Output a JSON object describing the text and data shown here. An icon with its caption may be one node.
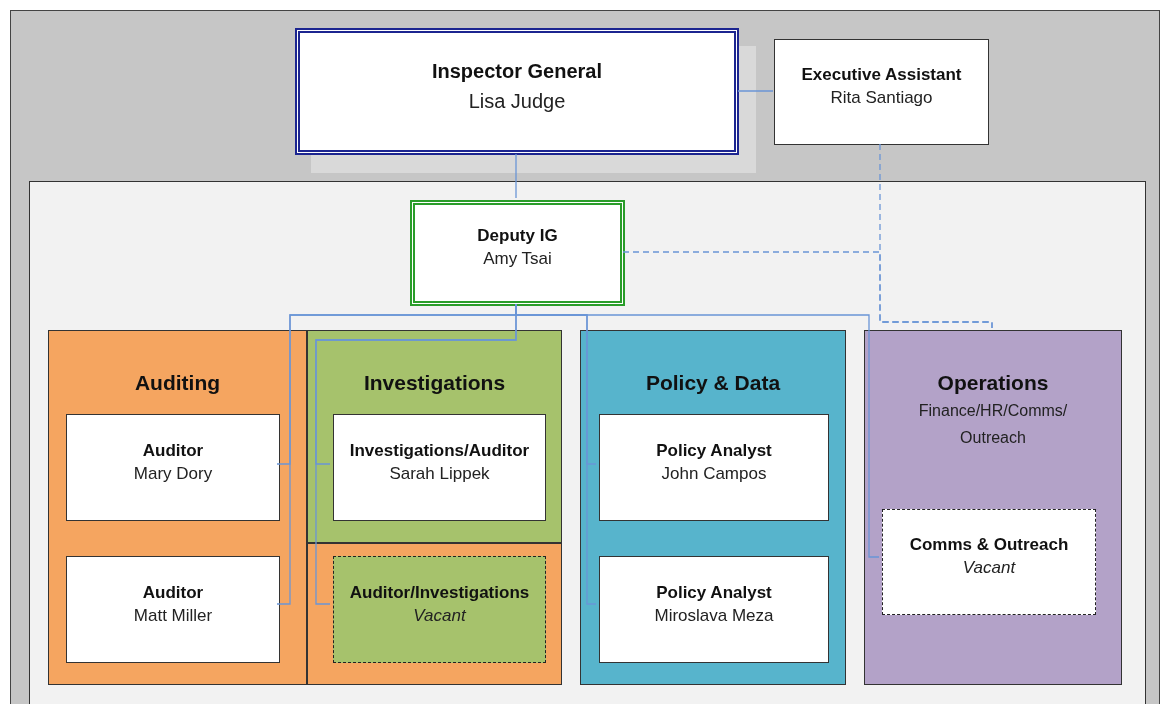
{
  "diagram": {
    "nodes": [
      {
        "text": [],
        "shape": "box"
      },
      {
        "text": [
          "Inspector General",
          "Lisa Judge"
        ],
        "in": 0
      },
      {
        "text": [
          "Executive Assistant",
          "Rita Santiago"
        ],
        "in": 0
      },
      {
        "text": [],
        "shape": "box",
        "in": 0
      },
      {
        "text": [
          "Deputy IG",
          "Amy Tsai"
        ],
        "in": 3
      },
      {
        "text": [
          "Auditing"
        ],
        "in": 3
      },
      {
        "text": [
          "Auditor",
          "Mary Dory"
        ],
        "in": 5
      },
      {
        "text": [
          "Auditor",
          "Matt Miller"
        ],
        "in": 5
      },
      {
        "text": [
          "Investigations"
        ],
        "in": 3
      },
      {
        "text": [
          "Investigations/Auditor",
          "Sarah Lippek"
        ],
        "in": 8
      },
      {
        "text": [],
        "shape": "box",
        "in": 3
      },
      {
        "text": [
          "Auditor/Investigations",
          "Vacant"
        ],
        "in": 10
      },
      {
        "text": [
          "Policy & Data"
        ],
        "in": 3
      },
      {
        "text": [
          "Policy Analyst",
          "John Campos"
        ],
        "in": 12
      },
      {
        "text": [
          "Policy Analyst",
          "Miroslava Meza"
        ],
        "in": 12
      },
      {
        "text": [
          "Operations",
          "Finance/HR/Comms/ Outreach"
        ],
        "in": 3
      },
      {
        "text": [
          "Comms & Outreach",
          "Vacant"
        ],
        "in": 15
      }
    ],
    "edges": [
      {
        "from": 1,
        "to": 2,
        "arrow": "none"
      },
      {
        "from": 1,
        "to": 4,
        "arrow": "none"
      },
      {
        "from": 2,
        "to": 15,
        "arrow": "none",
        "style": "dashed"
      },
      {
        "from": 4,
        "to": 15,
        "arrow": "none",
        "style": "dashed"
      },
      {
        "from": 4,
        "to": 6,
        "arrow": "none"
      },
      {
        "from": 4,
        "to": 7,
        "arrow": "none"
      },
      {
        "from": 4,
        "to": 9,
        "arrow": "none"
      },
      {
        "from": 4,
        "to": 11,
        "arrow": "none"
      },
      {
        "from": 4,
        "to": 13,
        "arrow": "none"
      },
      {
        "from": 4,
        "to": 14,
        "arrow": "none"
      },
      {
        "from": 4,
        "to": 16,
        "arrow": "none"
      }
    ]
  }
}
